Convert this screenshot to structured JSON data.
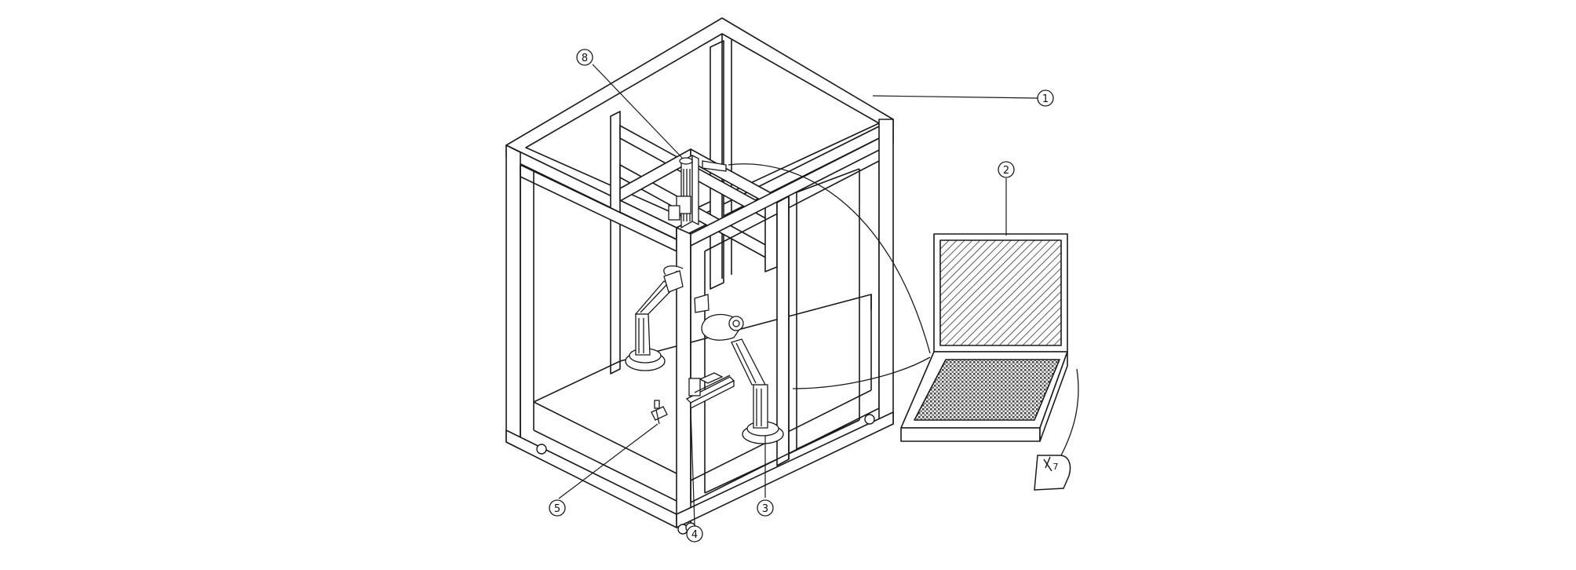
{
  "figure": {
    "callouts": [
      {
        "id": "frame",
        "label": "1"
      },
      {
        "id": "laptop",
        "label": "2"
      },
      {
        "id": "robot-arm-right",
        "label": "3"
      },
      {
        "id": "linear-stage",
        "label": "4"
      },
      {
        "id": "sensor",
        "label": "5"
      },
      {
        "id": "mouse",
        "label": "7"
      },
      {
        "id": "camera",
        "label": "8"
      }
    ]
  },
  "colors": {
    "line": "#1a1a1a",
    "background": "#ffffff",
    "hatch": "#333333",
    "screen_fill": "#e8e8e8"
  }
}
